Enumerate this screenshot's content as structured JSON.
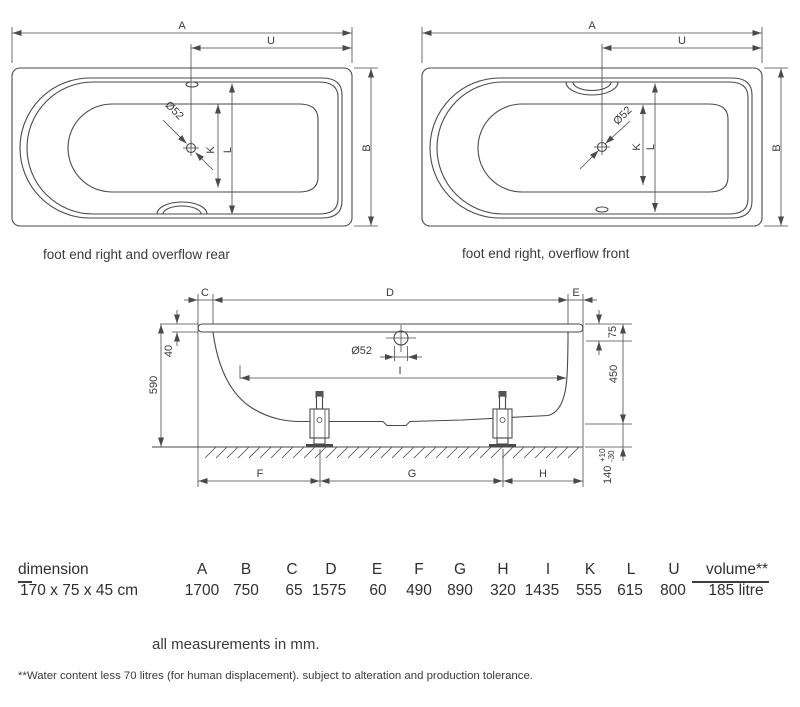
{
  "plan_left": {
    "caption": "foot end right and overflow rear",
    "dims": {
      "A": "A",
      "U": "U",
      "B": "B",
      "K": "K",
      "L": "L"
    },
    "drain_diameter": "Ø52"
  },
  "plan_right": {
    "caption": "foot end right, overflow front",
    "dims": {
      "A": "A",
      "U": "U",
      "B": "B",
      "K": "K",
      "L": "L"
    },
    "drain_diameter": "Ø52"
  },
  "side_view": {
    "dims": {
      "C": "C",
      "D": "D",
      "E": "E",
      "F": "F",
      "G": "G",
      "H": "H",
      "I": "I"
    },
    "drain_diameter": "Ø52",
    "measurements": {
      "rim_thickness": "40",
      "total_height": "590",
      "rim_to_overflow": "75",
      "tub_height": "450",
      "foot_height": "140",
      "tolerance_plus": "+10",
      "tolerance_minus": "-30"
    }
  },
  "table": {
    "row_header": "dimension",
    "size_label": "170 x 75 x 45 cm",
    "columns": [
      {
        "key": "A",
        "value": "1700"
      },
      {
        "key": "B",
        "value": "750"
      },
      {
        "key": "C",
        "value": "65"
      },
      {
        "key": "D",
        "value": "1575"
      },
      {
        "key": "E",
        "value": "60"
      },
      {
        "key": "F",
        "value": "490"
      },
      {
        "key": "G",
        "value": "890"
      },
      {
        "key": "H",
        "value": "320"
      },
      {
        "key": "I",
        "value": "1435"
      },
      {
        "key": "K",
        "value": "555"
      },
      {
        "key": "L",
        "value": "615"
      },
      {
        "key": "U",
        "value": "800"
      }
    ],
    "volume_header": "volume**",
    "volume_value": "185 litre"
  },
  "notes": {
    "units": "all measurements in mm.",
    "footnote": "**Water content less 70 litres (for human displacement). subject to alteration and production tolerance."
  },
  "colors": {
    "line": "#4a4a4a",
    "text": "#333333",
    "background": "#ffffff"
  }
}
